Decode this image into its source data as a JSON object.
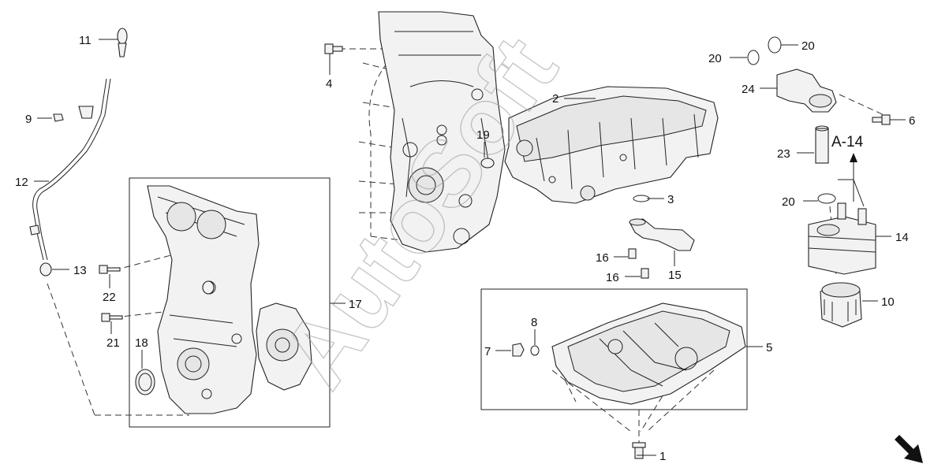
{
  "labels": {
    "n1": "1",
    "n2": "2",
    "n3": "3",
    "n4": "4",
    "n5": "5",
    "n6": "6",
    "n7": "7",
    "n8": "8",
    "n9": "9",
    "n10": "10",
    "n11": "11",
    "n12": "12",
    "n13": "13",
    "n14": "14",
    "n15": "15",
    "n16a": "16",
    "n16b": "16",
    "n17": "17",
    "n18": "18",
    "n19": "19",
    "n20a": "20",
    "n20b": "20",
    "n20c": "20",
    "n21": "21",
    "n22": "22",
    "n23": "23",
    "n24": "24"
  },
  "annotation": "A-14",
  "watermark": "AutoSoft",
  "icons": {
    "direction": "arrow-down-right-icon"
  }
}
